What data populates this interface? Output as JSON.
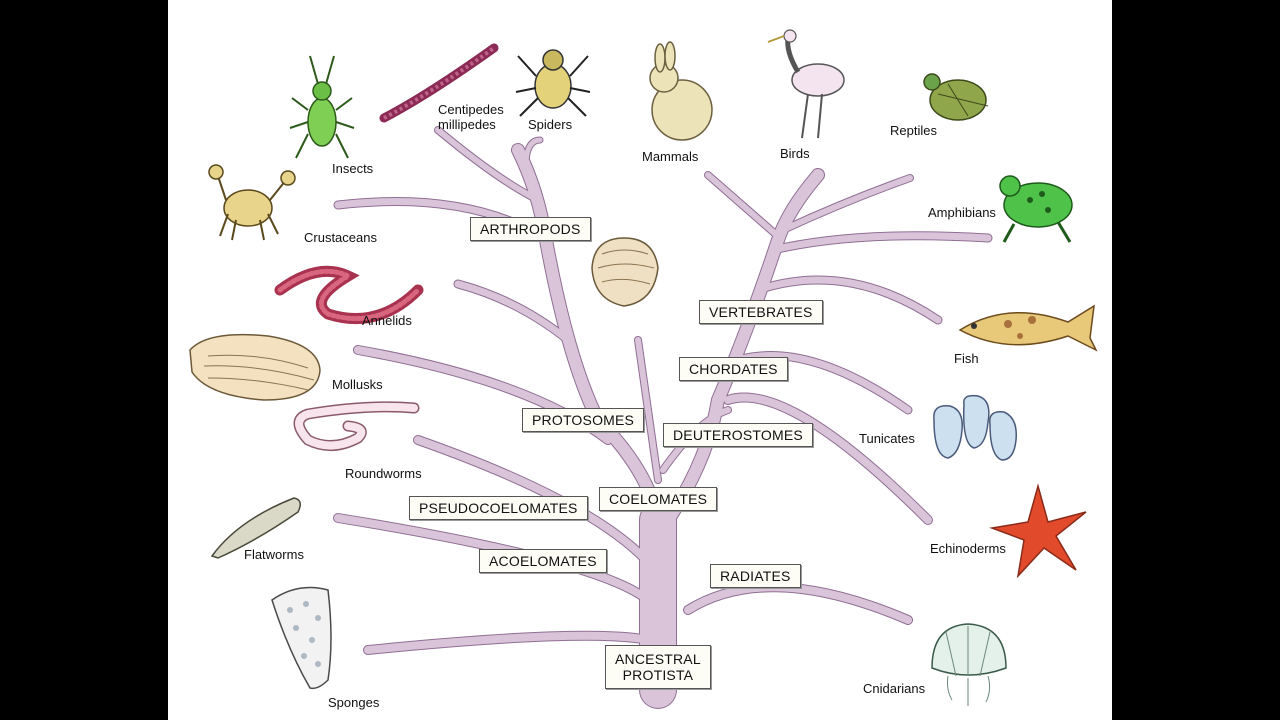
{
  "colors": {
    "branch": "#d9c4da",
    "branch_edge": "#8f6f93",
    "background": "#ffffff",
    "frame": "#000000"
  },
  "nodes": {
    "arthropods": "ARTHROPODS",
    "vertebrates": "VERTEBRATES",
    "chordates": "CHORDATES",
    "protosomes": "PROTOSOMES",
    "deuterostomes": "DEUTEROSTOMES",
    "pseudocoelomates": "PSEUDOCOELOMATES",
    "coelomates": "COELOMATES",
    "acoelomates": "ACOELOMATES",
    "radiates": "RADIATES",
    "ancestral_protista": "ANCESTRAL\nPROTISTA"
  },
  "organisms": {
    "insects": "Insects",
    "centipedes": "Centipedes\nmillipedes",
    "spiders": "Spiders",
    "mammals": "Mammals",
    "birds": "Birds",
    "reptiles": "Reptiles",
    "crustaceans": "Crustaceans",
    "amphibians": "Amphibians",
    "annelids": "Annelids",
    "fish": "Fish",
    "mollusks": "Mollusks",
    "tunicates": "Tunicates",
    "roundworms": "Roundworms",
    "echinoderms": "Echinoderms",
    "flatworms": "Flatworms",
    "sponges": "Sponges",
    "cnidarians": "Cnidarians"
  },
  "icons": [
    "insect-icon",
    "centipede-icon",
    "spider-icon",
    "rabbit-icon",
    "egret-icon",
    "turtle-icon",
    "crab-icon",
    "frog-icon",
    "earthworm-icon",
    "fish-icon",
    "clam-icon",
    "tunicate-icon",
    "roundworm-icon",
    "starfish-icon",
    "flatworm-icon",
    "sponge-icon",
    "jellyfish-icon",
    "shell-icon"
  ]
}
